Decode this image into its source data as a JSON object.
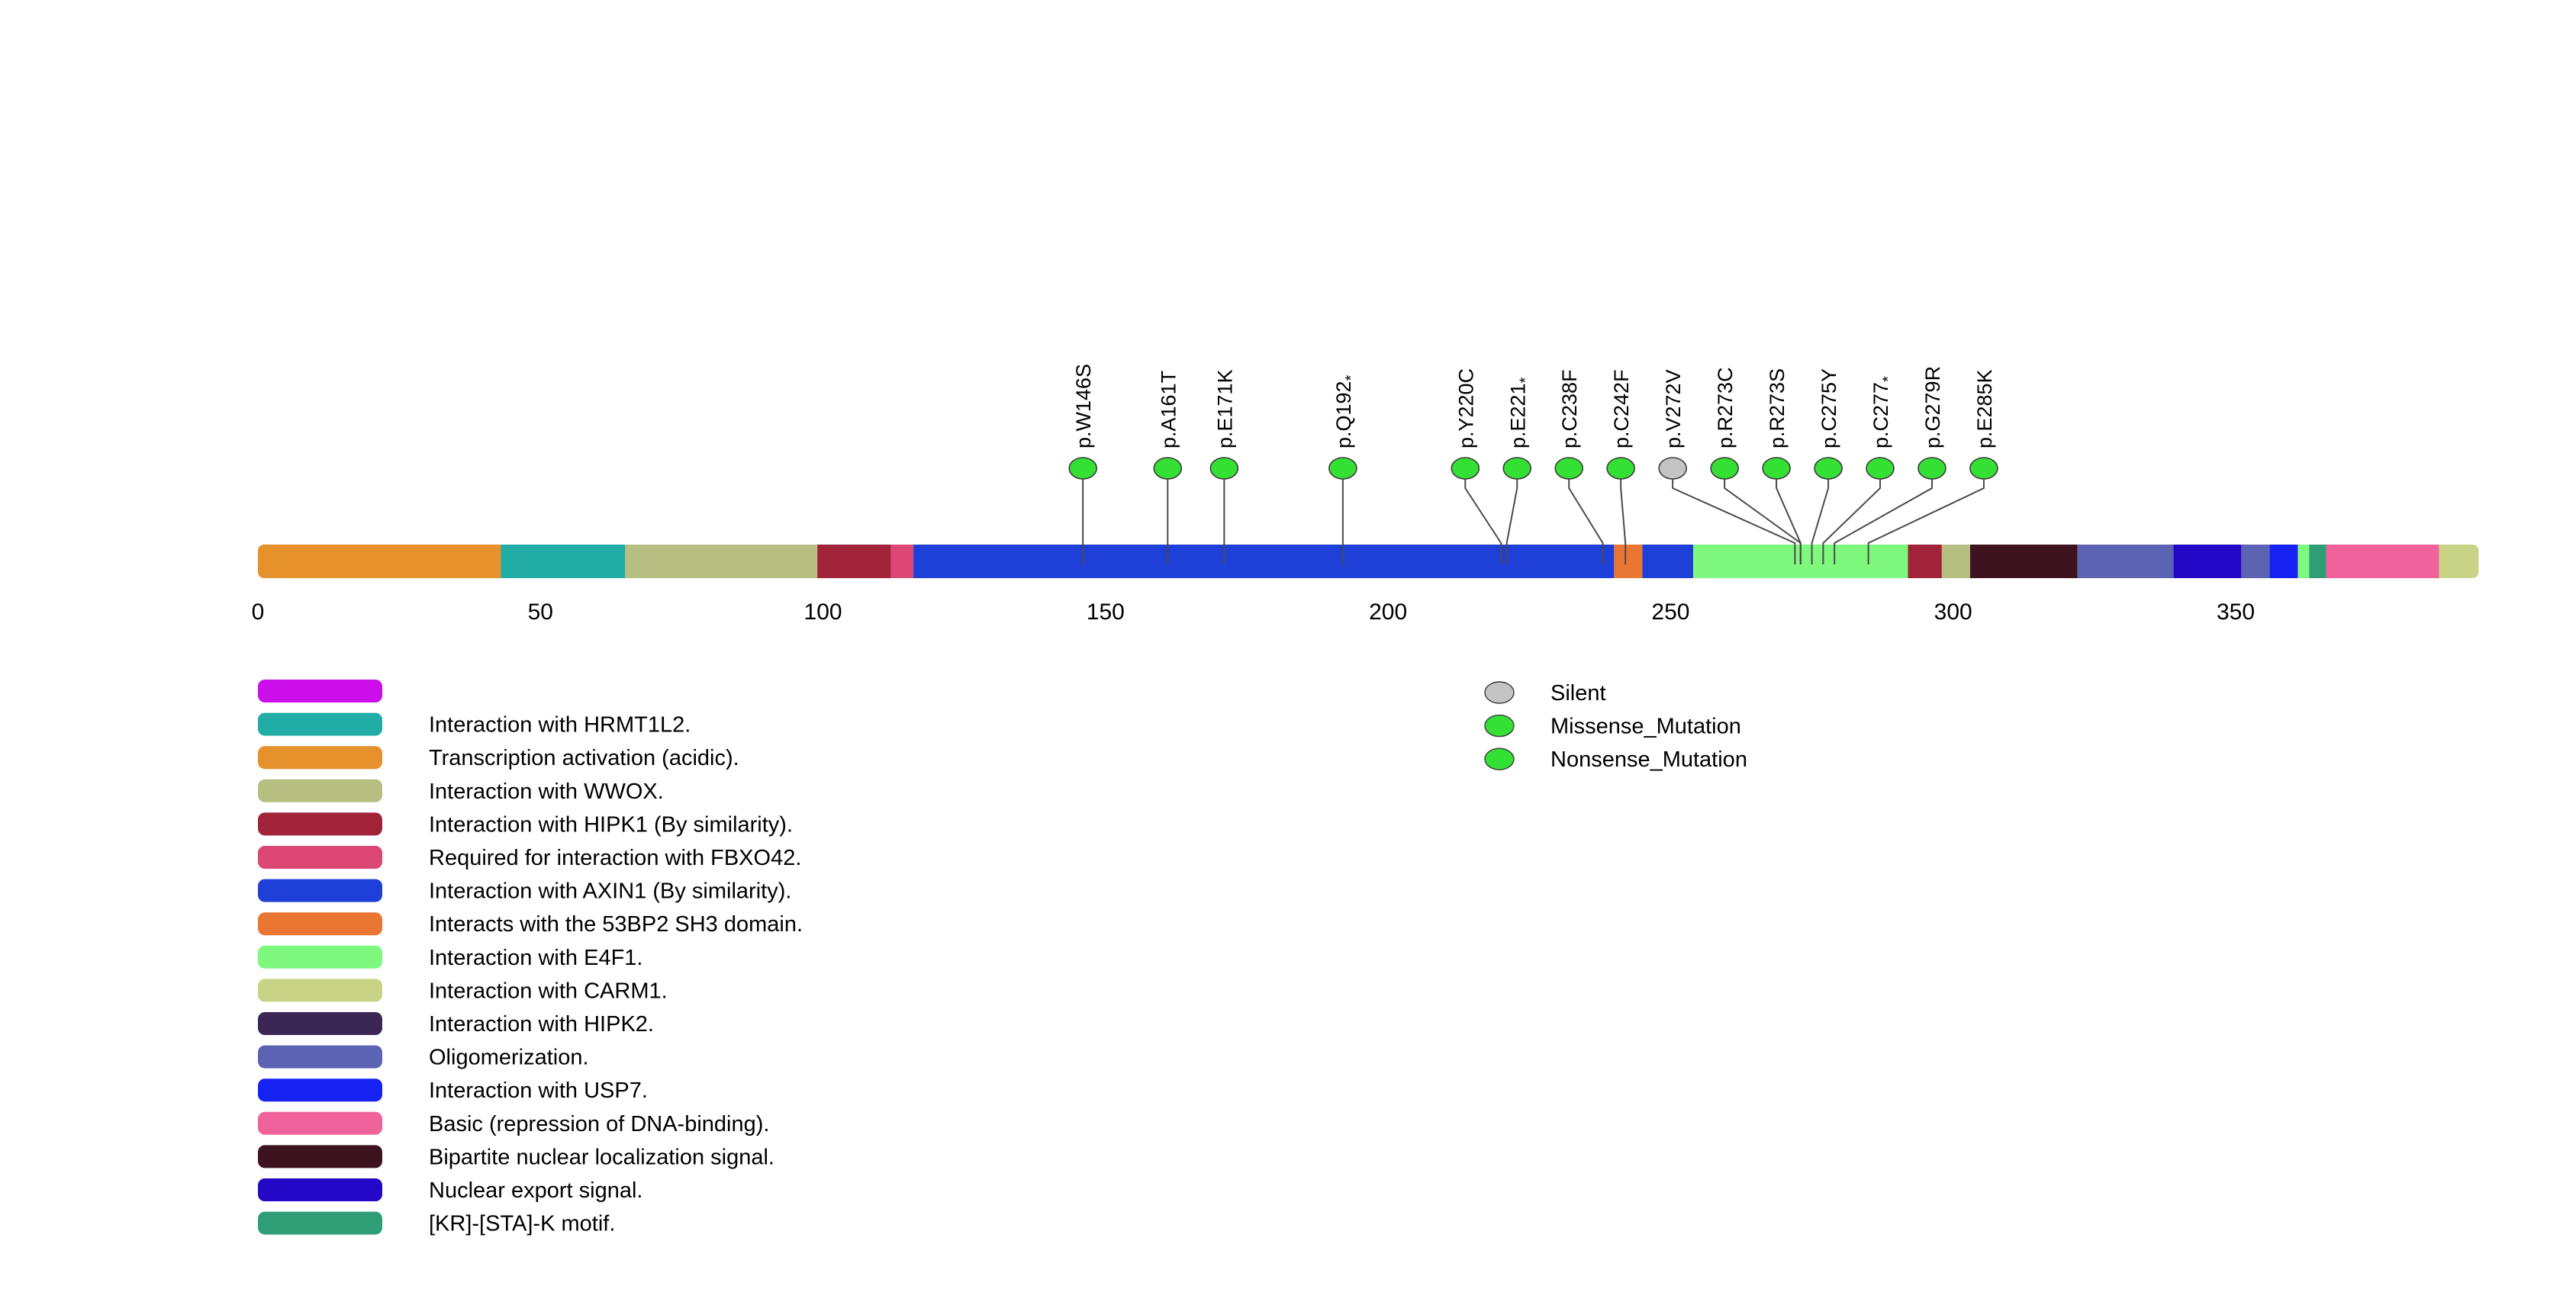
{
  "chart_data": {
    "type": "lollipop",
    "title": "",
    "xlabel": "",
    "protein_length": 393,
    "x_ticks": [
      0,
      50,
      100,
      150,
      200,
      250,
      300,
      350
    ],
    "mutation_colors": {
      "Silent": "#C4C4C4",
      "Missense_Mutation": "#35E035",
      "Nonsense_Mutation": "#35E035"
    },
    "mutations": [
      {
        "label": "p.W146S",
        "position": 146,
        "type": "Missense_Mutation"
      },
      {
        "label": "p.A161T",
        "position": 161,
        "type": "Missense_Mutation"
      },
      {
        "label": "p.E171K",
        "position": 171,
        "type": "Missense_Mutation"
      },
      {
        "label": "p.Q192*",
        "position": 192,
        "type": "Nonsense_Mutation"
      },
      {
        "label": "p.Y220C",
        "position": 220,
        "type": "Missense_Mutation"
      },
      {
        "label": "p.E221*",
        "position": 221,
        "type": "Nonsense_Mutation"
      },
      {
        "label": "p.C238F",
        "position": 238,
        "type": "Missense_Mutation"
      },
      {
        "label": "p.C242F",
        "position": 242,
        "type": "Missense_Mutation"
      },
      {
        "label": "p.V272V",
        "position": 272,
        "type": "Silent"
      },
      {
        "label": "p.R273C",
        "position": 273,
        "type": "Missense_Mutation"
      },
      {
        "label": "p.R273S",
        "position": 273,
        "type": "Missense_Mutation"
      },
      {
        "label": "p.C275Y",
        "position": 275,
        "type": "Missense_Mutation"
      },
      {
        "label": "p.C277*",
        "position": 277,
        "type": "Nonsense_Mutation"
      },
      {
        "label": "p.G279R",
        "position": 279,
        "type": "Missense_Mutation"
      },
      {
        "label": "p.E285K",
        "position": 285,
        "type": "Missense_Mutation"
      }
    ],
    "domains": [
      {
        "start": 0,
        "end": 43,
        "color": "#E6912C",
        "label": "Transcription activation (acidic)."
      },
      {
        "start": 43,
        "end": 65,
        "color": "#21ACA5",
        "label": "Interaction with HRMT1L2."
      },
      {
        "start": 65,
        "end": 99,
        "color": "#B7BE82",
        "label": "Interaction with WWOX."
      },
      {
        "start": 99,
        "end": 112,
        "color": "#A02339",
        "label": "Interaction with HIPK1 (By similarity)."
      },
      {
        "start": 112,
        "end": 116,
        "color": "#DC4775",
        "label": "Required for interaction with FBXO42."
      },
      {
        "start": 116,
        "end": 240,
        "color": "#1E40D8",
        "label": "Interaction with AXIN1 (By similarity)."
      },
      {
        "start": 240,
        "end": 245,
        "color": "#EA7634",
        "label": "Interacts with the 53BP2 SH3 domain."
      },
      {
        "start": 245,
        "end": 254,
        "color": "#1E40D8",
        "label": "Interaction with AXIN1 (By similarity)."
      },
      {
        "start": 254,
        "end": 292,
        "color": "#7EF97E",
        "label": "Interaction with E4F1."
      },
      {
        "start": 292,
        "end": 298,
        "color": "#A02339",
        "label": "Interaction with HIPK1 (By similarity)."
      },
      {
        "start": 298,
        "end": 303,
        "color": "#B7BE82",
        "label": "Interaction with WWOX."
      },
      {
        "start": 303,
        "end": 322,
        "color": "#3D1320",
        "label": "Bipartite nuclear localization signal."
      },
      {
        "start": 322,
        "end": 339,
        "color": "#5C63B2",
        "label": "Oligomerization."
      },
      {
        "start": 339,
        "end": 351,
        "color": "#2408C8",
        "label": "Nuclear export signal."
      },
      {
        "start": 351,
        "end": 356,
        "color": "#5C63B2",
        "label": "Oligomerization."
      },
      {
        "start": 356,
        "end": 361,
        "color": "#1522F2",
        "label": "Interaction with USP7."
      },
      {
        "start": 361,
        "end": 363,
        "color": "#7EF97E",
        "label": "Interaction with E4F1."
      },
      {
        "start": 363,
        "end": 366,
        "color": "#2F9E77",
        "label": "[KR]-[STA]-K motif."
      },
      {
        "start": 366,
        "end": 386,
        "color": "#F0639A",
        "label": "Basic (repression of DNA-binding)."
      },
      {
        "start": 386,
        "end": 393,
        "color": "#C9D385",
        "label": "Interaction with CARM1."
      }
    ],
    "domain_legend": [
      {
        "color": "#CC0EEB",
        "label": ""
      },
      {
        "color": "#21ACA5",
        "label": "Interaction with HRMT1L2."
      },
      {
        "color": "#E6912C",
        "label": "Transcription activation (acidic)."
      },
      {
        "color": "#B7BE82",
        "label": "Interaction with WWOX."
      },
      {
        "color": "#A02339",
        "label": "Interaction with HIPK1 (By similarity)."
      },
      {
        "color": "#DC4775",
        "label": "Required for interaction with FBXO42."
      },
      {
        "color": "#1E40D8",
        "label": "Interaction with AXIN1 (By similarity)."
      },
      {
        "color": "#EA7634",
        "label": "Interacts with the 53BP2 SH3 domain."
      },
      {
        "color": "#7EF97E",
        "label": "Interaction with E4F1."
      },
      {
        "color": "#C9D385",
        "label": "Interaction with CARM1."
      },
      {
        "color": "#3B2756",
        "label": "Interaction with HIPK2."
      },
      {
        "color": "#5C63B2",
        "label": "Oligomerization."
      },
      {
        "color": "#1522F2",
        "label": "Interaction with USP7."
      },
      {
        "color": "#F0639A",
        "label": "Basic (repression of DNA-binding)."
      },
      {
        "color": "#3D1320",
        "label": "Bipartite nuclear localization signal."
      },
      {
        "color": "#2408C8",
        "label": "Nuclear export signal."
      },
      {
        "color": "#2F9E77",
        "label": "[KR]-[STA]-K motif."
      }
    ],
    "mutation_legend": [
      {
        "color": "#C4C4C4",
        "label": "Silent"
      },
      {
        "color": "#35E035",
        "label": "Missense_Mutation"
      },
      {
        "color": "#35E035",
        "label": "Nonsense_Mutation"
      }
    ]
  }
}
